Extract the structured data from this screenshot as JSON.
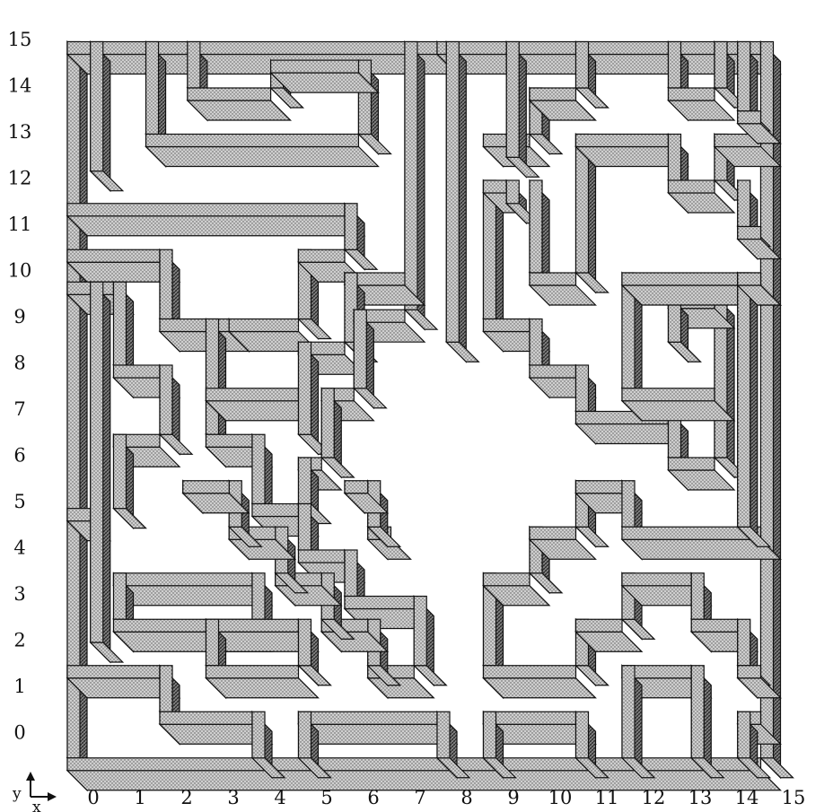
{
  "y_axis_labels": [
    "15",
    "14",
    "13",
    "12",
    "11",
    "10",
    "9",
    "8",
    "7",
    "6",
    "5",
    "4",
    "3",
    "2",
    "1",
    "0"
  ],
  "x_axis_labels": [
    "0",
    "1",
    "2",
    "3",
    "4",
    "5",
    "6",
    "7",
    "8",
    "9",
    "10",
    "11",
    "12",
    "13",
    "14",
    "15"
  ],
  "axis_letters": {
    "x": "x",
    "y": "y"
  },
  "colors": {
    "top_face": "#c9c9c9",
    "side_face": "#7a7a7a",
    "outline": "#111111",
    "background": "#ffffff"
  },
  "walls": [
    [
      0,
      15,
      0,
      -0.5
    ],
    [
      0,
      15,
      8,
      15
    ],
    [
      8,
      15,
      15,
      15
    ],
    [
      15,
      15,
      15,
      -0.5
    ],
    [
      0,
      -0.5,
      15,
      -0.5
    ],
    [
      0.5,
      15,
      0.5,
      12.2
    ],
    [
      1.7,
      15,
      1.7,
      13
    ],
    [
      1.7,
      13,
      6.3,
      13
    ],
    [
      6.3,
      13,
      6.3,
      14.6
    ],
    [
      2.6,
      15,
      2.6,
      14
    ],
    [
      2.6,
      14,
      4.4,
      14
    ],
    [
      4.4,
      14,
      4.4,
      14.6
    ],
    [
      4.4,
      14.6,
      6.3,
      14.6
    ],
    [
      7.3,
      15,
      7.3,
      9.2
    ],
    [
      8.2,
      15,
      8.2,
      8.5
    ],
    [
      0,
      11.5,
      6,
      11.5
    ],
    [
      6,
      11.5,
      6,
      10.5
    ],
    [
      0,
      10.5,
      2,
      10.5
    ],
    [
      2,
      10.5,
      2,
      9
    ],
    [
      2,
      9,
      3.5,
      9
    ],
    [
      0,
      9.8,
      1,
      9.8
    ],
    [
      1,
      9.8,
      1,
      8
    ],
    [
      1,
      8,
      2,
      8
    ],
    [
      2,
      8,
      2,
      6.5
    ],
    [
      2,
      6.5,
      1,
      6.5
    ],
    [
      1,
      6.5,
      1,
      4.9
    ],
    [
      0,
      4.9,
      0.5,
      4.9
    ],
    [
      0.5,
      9.8,
      0.5,
      2
    ],
    [
      3,
      9,
      3,
      6.5
    ],
    [
      3,
      7.5,
      5,
      7.5
    ],
    [
      3.5,
      9,
      5,
      9
    ],
    [
      5,
      9,
      5,
      10.5
    ],
    [
      5,
      10.5,
      6,
      10.5
    ],
    [
      6,
      10,
      7.3,
      10
    ],
    [
      6,
      10,
      6,
      8.5
    ],
    [
      5,
      8.5,
      6,
      8.5
    ],
    [
      5,
      8.5,
      5,
      6.5
    ],
    [
      7.3,
      9.2,
      6.2,
      9.2
    ],
    [
      6.2,
      9.2,
      6.2,
      7.5
    ],
    [
      6.2,
      7.5,
      5.5,
      7.5
    ],
    [
      5.5,
      7.5,
      5.5,
      6
    ],
    [
      5.5,
      6,
      5,
      6
    ],
    [
      5,
      6,
      5,
      5
    ],
    [
      3,
      6.5,
      4,
      6.5
    ],
    [
      4,
      6.5,
      4,
      5
    ],
    [
      4,
      5,
      5,
      5
    ],
    [
      5,
      5,
      5,
      4
    ],
    [
      5,
      4,
      6,
      4
    ],
    [
      6,
      4,
      6,
      3
    ],
    [
      6,
      3,
      7.5,
      3
    ],
    [
      7.5,
      3,
      7.5,
      1.5
    ],
    [
      7.5,
      1.5,
      6.5,
      1.5
    ],
    [
      6.5,
      1.5,
      6.5,
      2.5
    ],
    [
      6.5,
      2.5,
      5.5,
      2.5
    ],
    [
      5.5,
      2.5,
      5.5,
      3.5
    ],
    [
      5.5,
      3.5,
      4.5,
      3.5
    ],
    [
      4.5,
      3.5,
      4.5,
      4.5
    ],
    [
      4.5,
      4.5,
      3.5,
      4.5
    ],
    [
      3.5,
      4.5,
      3.5,
      5.5
    ],
    [
      3.5,
      5.5,
      2.5,
      5.5
    ],
    [
      7,
      4.5,
      6.5,
      4.5
    ],
    [
      6.5,
      4.5,
      6.5,
      5.5
    ],
    [
      6.5,
      5.5,
      6,
      5.5
    ],
    [
      1,
      3.5,
      4,
      3.5
    ],
    [
      4,
      3.5,
      4,
      2.5
    ],
    [
      1,
      3.5,
      1,
      2.5
    ],
    [
      1,
      2.5,
      4,
      2.5
    ],
    [
      3,
      2.5,
      5,
      2.5
    ],
    [
      5,
      2.5,
      5,
      1.5
    ],
    [
      3,
      2.5,
      3,
      1.5
    ],
    [
      3,
      1.5,
      5,
      1.5
    ],
    [
      0,
      1.5,
      2,
      1.5
    ],
    [
      2,
      1.5,
      2,
      0.5
    ],
    [
      2,
      0.5,
      4,
      0.5
    ],
    [
      4,
      0.5,
      4,
      -0.5
    ],
    [
      5,
      0.5,
      8,
      0.5
    ],
    [
      5,
      0.5,
      5,
      -0.5
    ],
    [
      8,
      0.5,
      8,
      -0.5
    ],
    [
      9,
      0.5,
      11,
      0.5
    ],
    [
      9,
      0.5,
      9,
      -0.5
    ],
    [
      11,
      0.5,
      11,
      -0.5
    ],
    [
      9,
      3.5,
      9,
      1.5
    ],
    [
      9,
      3.5,
      10,
      3.5
    ],
    [
      10,
      3.5,
      10,
      4.5
    ],
    [
      10,
      4.5,
      11,
      4.5
    ],
    [
      11,
      4.5,
      11,
      5.5
    ],
    [
      11,
      5.5,
      12,
      5.5
    ],
    [
      12,
      5.5,
      12,
      4.5
    ],
    [
      12,
      4.5,
      15,
      4.5
    ],
    [
      9,
      1.5,
      11,
      1.5
    ],
    [
      11,
      1.5,
      11,
      2.5
    ],
    [
      11,
      2.5,
      12,
      2.5
    ],
    [
      12,
      2.5,
      12,
      3.5
    ],
    [
      12,
      3.5,
      13.5,
      3.5
    ],
    [
      13.5,
      3.5,
      13.5,
      2.5
    ],
    [
      13.5,
      2.5,
      14.5,
      2.5
    ],
    [
      14.5,
      2.5,
      14.5,
      1.5
    ],
    [
      14.5,
      1.5,
      15,
      1.5
    ],
    [
      12,
      1.5,
      13.5,
      1.5
    ],
    [
      12,
      1.5,
      12,
      -0.5
    ],
    [
      13.5,
      1.5,
      13.5,
      -0.5
    ],
    [
      14.5,
      0.5,
      15,
      0.5
    ],
    [
      14.5,
      0.5,
      14.5,
      -0.5
    ],
    [
      9,
      12,
      9,
      9
    ],
    [
      9,
      9,
      10,
      9
    ],
    [
      10,
      9,
      10,
      8
    ],
    [
      10,
      8,
      11,
      8
    ],
    [
      11,
      8,
      11,
      7
    ],
    [
      11,
      7,
      13,
      7
    ],
    [
      13,
      7,
      13,
      6
    ],
    [
      13,
      6,
      14,
      6
    ],
    [
      14,
      6,
      14,
      9.5
    ],
    [
      14,
      9.5,
      13,
      9.5
    ],
    [
      13,
      9.5,
      13,
      8.5
    ],
    [
      12,
      10,
      12,
      7.5
    ],
    [
      12,
      7.5,
      14,
      7.5
    ],
    [
      12,
      10,
      15,
      10
    ],
    [
      14.5,
      10,
      14.5,
      4.5
    ],
    [
      14.5,
      10,
      15,
      10
    ],
    [
      9,
      12,
      9.5,
      12
    ],
    [
      9.5,
      12,
      9.5,
      11.5
    ],
    [
      10,
      12,
      10,
      10
    ],
    [
      10,
      10,
      11,
      10
    ],
    [
      11,
      10,
      11,
      13
    ],
    [
      11,
      13,
      13,
      13
    ],
    [
      13,
      13,
      13,
      12
    ],
    [
      13,
      12,
      14,
      12
    ],
    [
      14,
      12,
      14,
      13
    ],
    [
      14,
      13,
      15,
      13
    ],
    [
      9,
      13,
      10,
      13
    ],
    [
      10,
      13,
      10,
      14
    ],
    [
      10,
      14,
      11,
      14
    ],
    [
      11,
      14,
      11,
      15
    ],
    [
      9.5,
      15,
      9.5,
      12.5
    ],
    [
      13,
      15,
      13,
      14
    ],
    [
      13,
      14,
      14,
      14
    ],
    [
      14,
      14,
      14,
      15
    ],
    [
      14.5,
      15,
      14.5,
      13.5
    ],
    [
      14.5,
      13.5,
      15,
      13.5
    ],
    [
      14.5,
      12,
      14.5,
      11
    ],
    [
      14.5,
      11,
      15,
      11
    ]
  ]
}
